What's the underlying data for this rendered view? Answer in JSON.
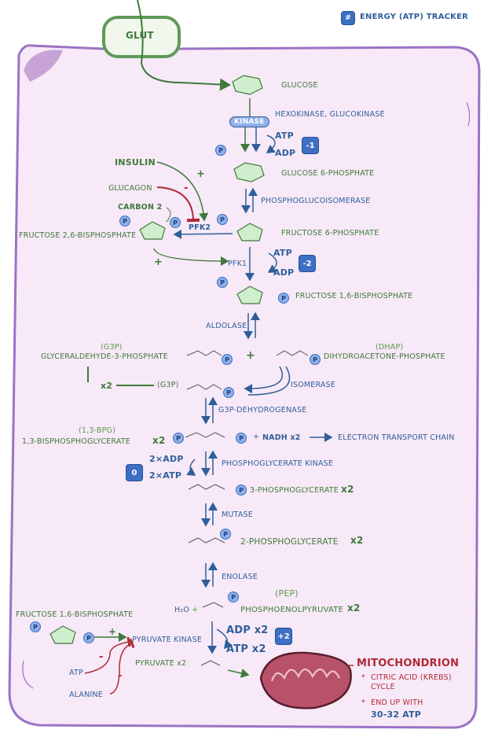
{
  "tracker": {
    "badge": "#",
    "label": "ENERGY (ATP) TRACKER"
  },
  "glut": "GLUT",
  "glucose": "GLUCOSE",
  "kinase": "KINASE",
  "hexokinase": "HEXOKINASE, GLUCOKINASE",
  "atp": "ATP",
  "adp": "ADP",
  "p": "P",
  "minus_one": "-1",
  "minus_two": "-2",
  "zero": "0",
  "plus_two": "+2",
  "g6p": "GLUCOSE 6-PHOSPHATE",
  "insulin": "INSULIN",
  "glucagon": "GLUCAGON",
  "carbon2": "CARBON 2",
  "plus": "+",
  "minus": "-",
  "pfk2": "PFK2",
  "pfk1": "PFK1",
  "f26bp": "FRUCTOSE 2,6-BISPHOSPHATE",
  "pgi": "PHOSPHOGLUCOISOMERASE",
  "f6p": "FRUCTOSE 6-PHOSPHATE",
  "f16bp": "FRUCTOSE 1,6-BISPHOSPHATE",
  "aldolase": "ALDOLASE",
  "g3p_abbr": "(G3P)",
  "g3p_name": "GLYCERALDEHYDE-3-PHOSPHATE",
  "dhap_abbr": "(DHAP)",
  "dhap_name": "DIHYDROACETONE-PHOSPHATE",
  "x2": "x2",
  "isomerase": "ISOMERASE",
  "g3p_dh": "G3P-DEHYDROGENASE",
  "bpg_abbr": "(1,3-BPG)",
  "bpg_name": "1,3-BISPHOSPHOGLYCERATE",
  "nadh": "NADH x2",
  "etc": "ELECTRON TRANSPORT CHAIN",
  "two_adp": "2×ADP",
  "two_atp": "2×ATP",
  "pgk": "PHOSPHOGLYCERATE KINASE",
  "pg3": "3-PHOSPHOGLYCERATE",
  "mutase": "MUTASE",
  "pg2": "2-PHOSPHOGLYCERATE",
  "enolase": "ENOLASE",
  "h2o": "H₂O",
  "pep_abbr": "(PEP)",
  "pep_name": "PHOSPHOENOLPYRUVATE",
  "f16bp_left": "FRUCTOSE 1,6-BISPHOSPHATE",
  "pyruvate_kinase": "PYRUVATE KINASE",
  "adp_x2": "ADP x2",
  "atp_x2": "ATP x2",
  "pyruvate": "PYRUVATE x2",
  "atp_left": "ATP",
  "alanine": "ALANINE",
  "mito": {
    "title": "MITOCHONDRION",
    "item1": "CITRIC ACID (KREBS) CYCLE",
    "item2": "END UP WITH",
    "atp_count": "30-32 ATP",
    "bullet": "*"
  },
  "colors": {
    "cell_fill": "#f7e9f7",
    "cell_border": "#9b73c4",
    "green": "#3f7a3a",
    "blue": "#2f5f9a",
    "red": "#b02a36",
    "badge": "#3d6fc4",
    "mito_fill": "#b8526a"
  }
}
